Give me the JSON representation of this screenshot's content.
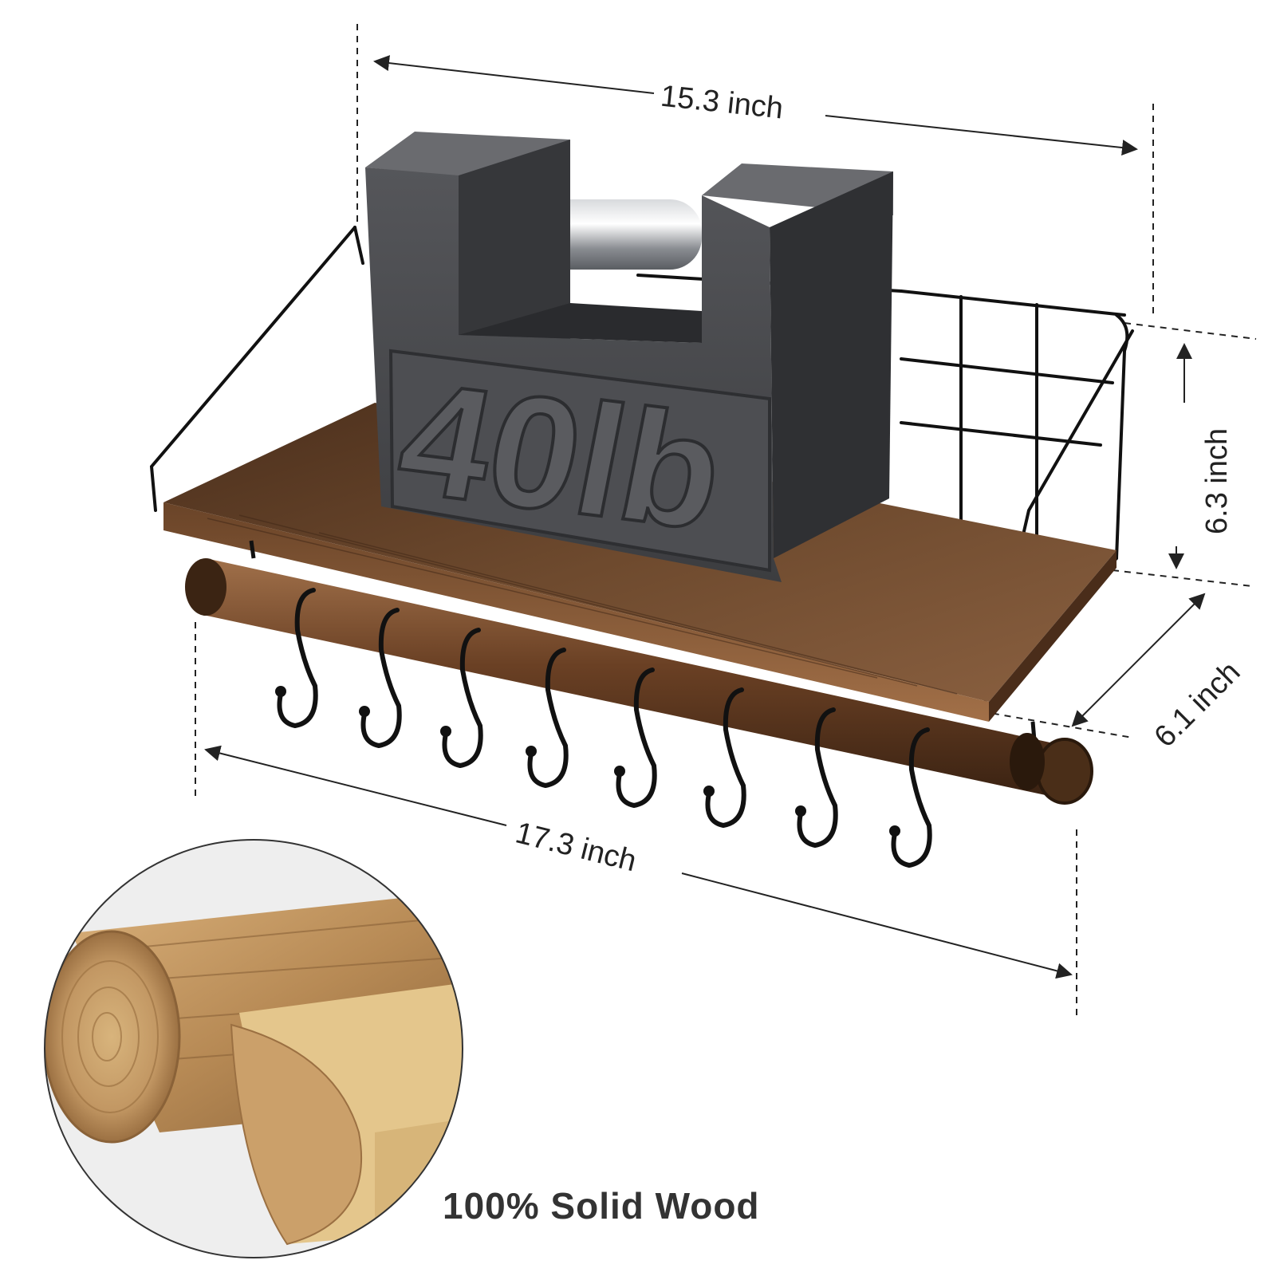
{
  "dimensions": {
    "width_top": "15.3 inch",
    "width_bottom": "17.3 inch",
    "height": "6.3 inch",
    "depth": "6.1 inch"
  },
  "weight_label": "40lb",
  "caption": "100% Solid Wood",
  "colors": {
    "wood_dark": "#5a3a24",
    "wood_mid": "#7a5234",
    "metal_black": "#111111",
    "weight_gray": "#4a4b4e",
    "raw_wood": "#c49a62"
  },
  "hooks_count": 8
}
